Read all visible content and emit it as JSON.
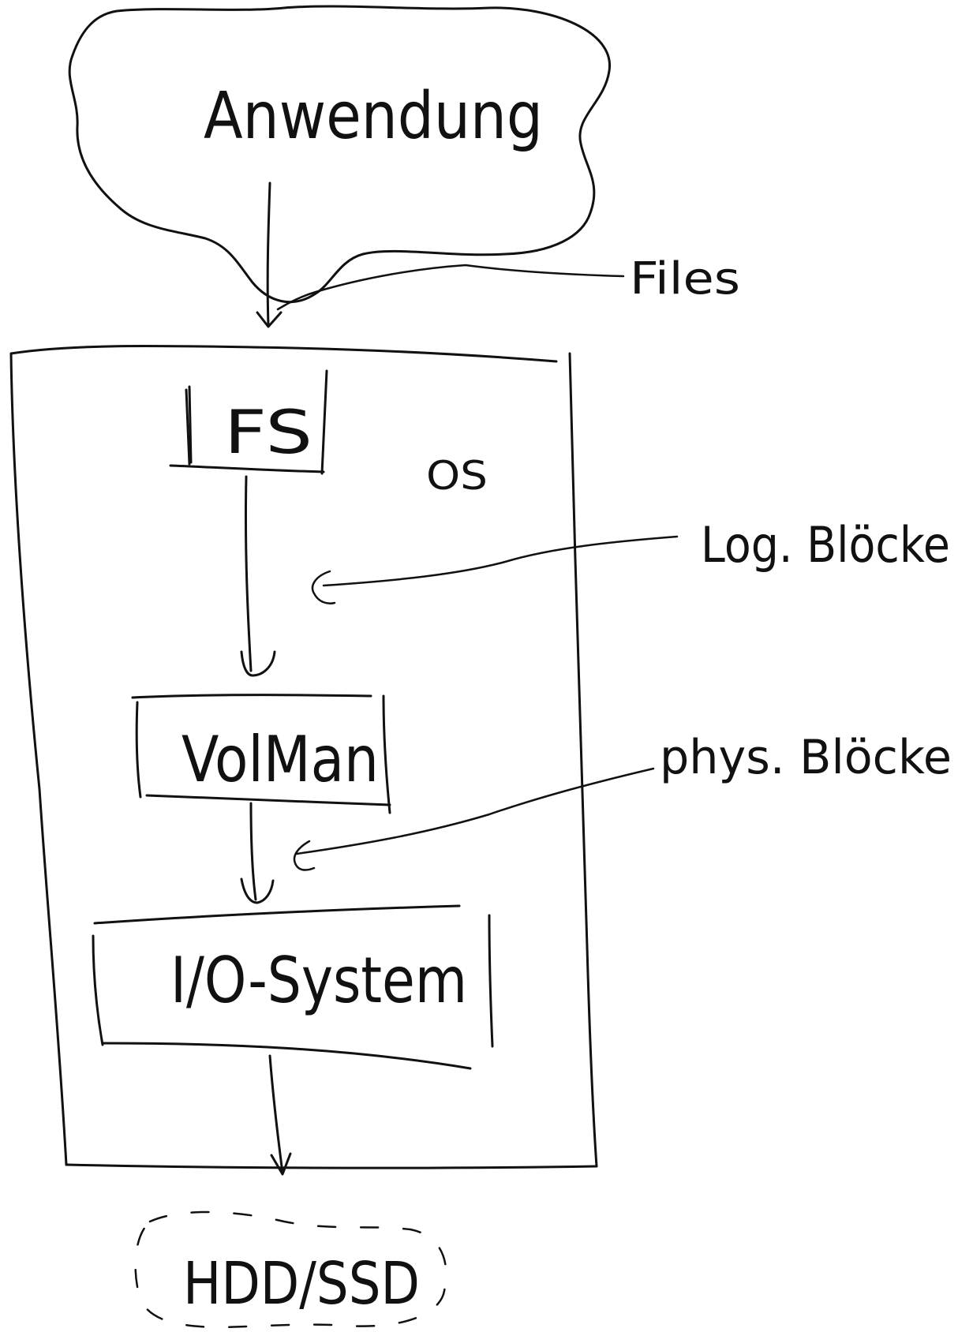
{
  "nodes": {
    "application": {
      "label": "Anwendung"
    },
    "os": {
      "label": "OS"
    },
    "filesystem": {
      "label": "FS"
    },
    "volume_manager": {
      "label": "VolMan"
    },
    "io_system": {
      "label": "I/O-System"
    },
    "storage": {
      "label": "HDD/SSD"
    }
  },
  "annotations": {
    "files": {
      "label": "Files"
    },
    "logical_blocks": {
      "label": "Log. Blöcke"
    },
    "physical_blocks": {
      "label": "phys. Blöcke"
    }
  },
  "colors": {
    "ink": "#111111",
    "paper": "#ffffff"
  }
}
